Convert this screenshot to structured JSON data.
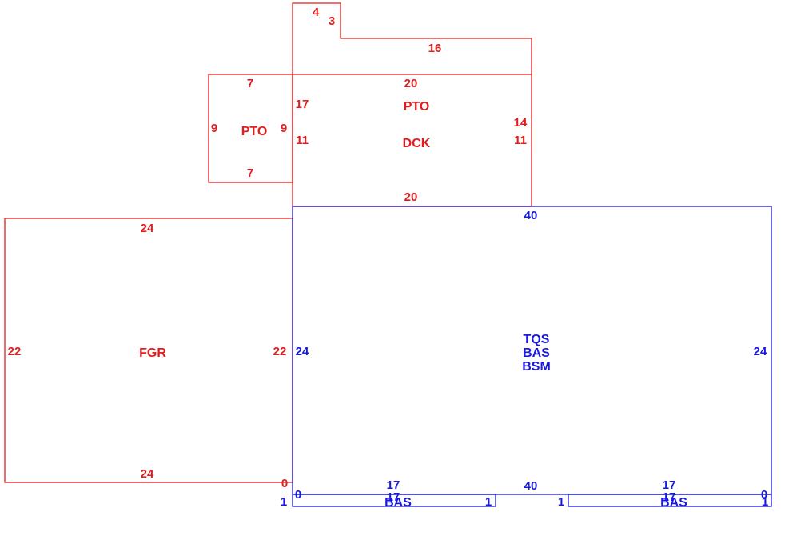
{
  "colors": {
    "red": "#e31d1d",
    "blue": "#1a1adc"
  },
  "areas": {
    "top_stair": {
      "dims": [
        "4",
        "3",
        "16"
      ]
    },
    "pto_small": {
      "name": "PTO",
      "dims": {
        "top": "7",
        "bottom": "7",
        "left": "9",
        "right": "9"
      }
    },
    "pto_deck": {
      "names": [
        "PTO",
        "DCK"
      ],
      "dims": {
        "top": "20",
        "bottom": "20",
        "left_upper": "17",
        "left_lower": "11",
        "right_upper": "14",
        "right_lower": "11"
      }
    },
    "garage": {
      "name": "FGR",
      "dims": {
        "top": "24",
        "bottom": "24",
        "left": "22",
        "right": "22",
        "corner": "0"
      }
    },
    "main": {
      "names": [
        "TQS",
        "BAS",
        "BSM"
      ],
      "dims": {
        "top": "40",
        "bottom": "40",
        "left": "24",
        "right": "24"
      }
    },
    "bas_left": {
      "name": "BAS",
      "dims": {
        "top": "17",
        "top_overlap": "17",
        "left": "1",
        "right": "1",
        "corner": "0"
      }
    },
    "bas_right": {
      "name": "BAS",
      "dims": {
        "top": "17",
        "top_overlap": "17",
        "left": "1",
        "right": "1",
        "corner": "0"
      }
    }
  }
}
